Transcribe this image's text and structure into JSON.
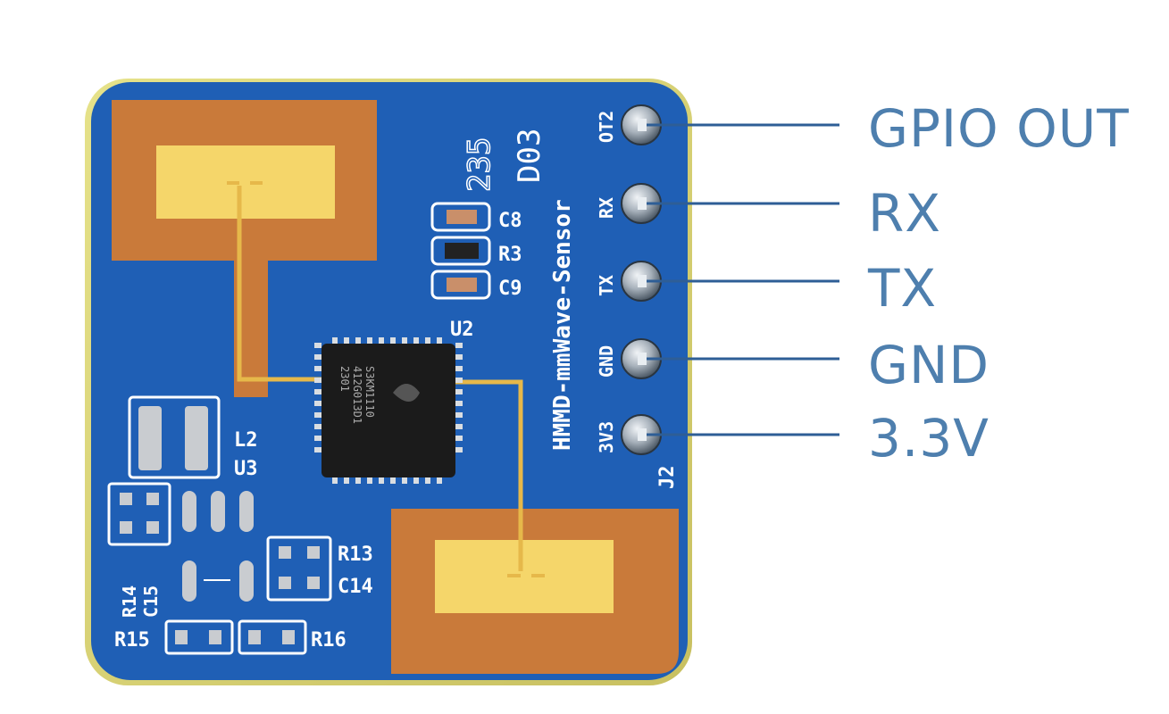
{
  "board": {
    "model_text": "HMMD-mmWave-Sensor",
    "batch_code": "D03",
    "serial_mark": "235",
    "connector_ref": "J2",
    "chip_text": [
      "S3KM1110",
      "412G013D1",
      "2301"
    ],
    "silk_labels": {
      "c8": "C8",
      "r3": "R3",
      "c9": "C9",
      "u2": "U2",
      "l2": "L2",
      "u3": "U3",
      "r13": "R13",
      "c14": "C14",
      "r14": "R14",
      "c15": "C15",
      "r15": "R15",
      "r16": "R16"
    },
    "pin_silk": [
      "OT2",
      "RX",
      "TX",
      "GND",
      "3V3"
    ]
  },
  "pins": [
    {
      "label": "GPIO OUT"
    },
    {
      "label": "RX"
    },
    {
      "label": "TX"
    },
    {
      "label": "GND"
    },
    {
      "label": "3.3V"
    }
  ],
  "colors": {
    "pcb_blue": "#1f5fb5",
    "antenna_copper": "#c97a3a",
    "gold_pad": "#f5d66a",
    "chip_black": "#1b1b1b",
    "label_blue": "#4e7fae",
    "leader_line": "#2e5e96"
  }
}
